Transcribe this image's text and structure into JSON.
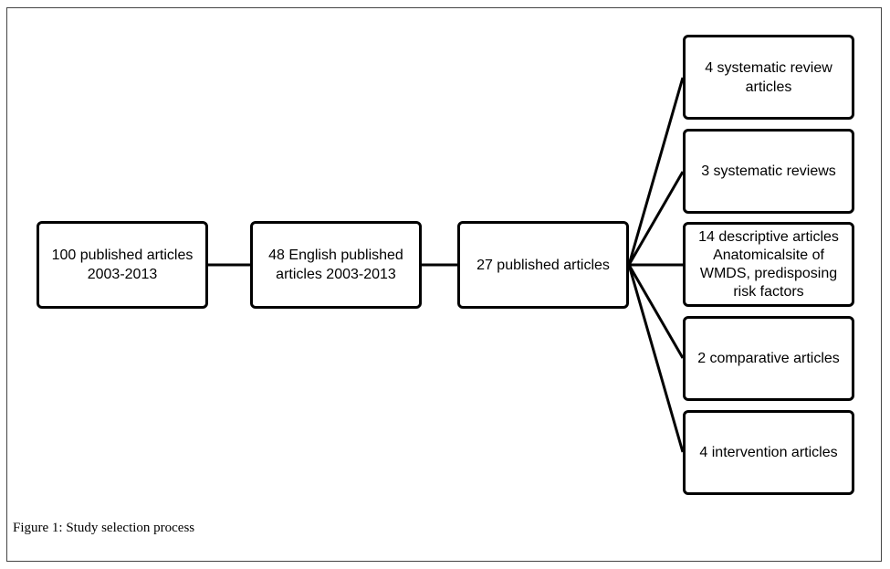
{
  "diagram": {
    "source_box": "100 published articles\n2003-2013",
    "english_box": "48 English published\narticles 2003-2013",
    "final_box": "27 published articles",
    "outcomes": [
      "4 systematic review\narticles",
      "3 systematic reviews",
      "14 descriptive articles\nAnatomicalsite of\nWMDS, predisposing\nrisk factors",
      "2 comparative articles",
      "4 intervention articles"
    ]
  },
  "caption": "Figure 1: Study selection process"
}
